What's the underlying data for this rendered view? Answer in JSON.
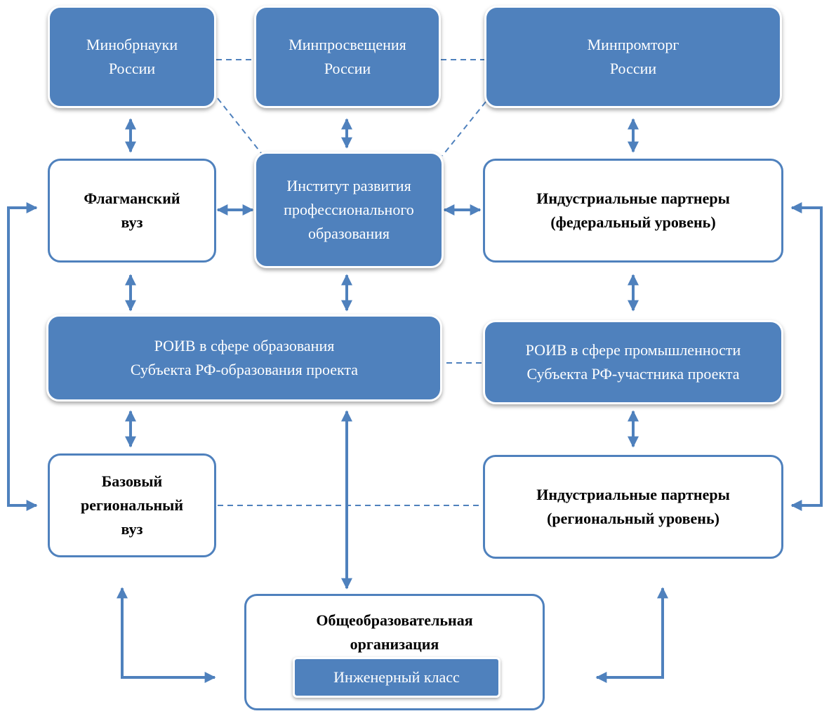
{
  "ministries": {
    "minobrnauki": [
      "Минобрнауки",
      "России"
    ],
    "minprosv": [
      "Минпросвещения",
      "России"
    ],
    "minpromtorg": [
      "Минпромторг",
      "России"
    ]
  },
  "institute": [
    "Институт развития",
    "профессионального",
    "образования"
  ],
  "flagship": [
    "Флагманский",
    "вуз"
  ],
  "industrial_federal": [
    "Индустриальные партнеры",
    "(федеральный уровень)"
  ],
  "roiv_edu": [
    "РОИВ в сфере образования",
    "Субъекта РФ-образования проекта"
  ],
  "roiv_ind": [
    "РОИВ в сфере промышленности",
    "Субъекта РФ-участника проекта"
  ],
  "base_regional": [
    "Базовый",
    "региональный",
    "вуз"
  ],
  "industrial_regional": [
    "Индустриальные партнеры",
    "(региональный уровень)"
  ],
  "school": {
    "title": [
      "Общеобразовательная",
      "организация"
    ],
    "class": "Инженерный класс"
  },
  "colors": {
    "accent": "#4F81BD",
    "text_on_accent": "#FFFFFF",
    "text": "#000000"
  }
}
